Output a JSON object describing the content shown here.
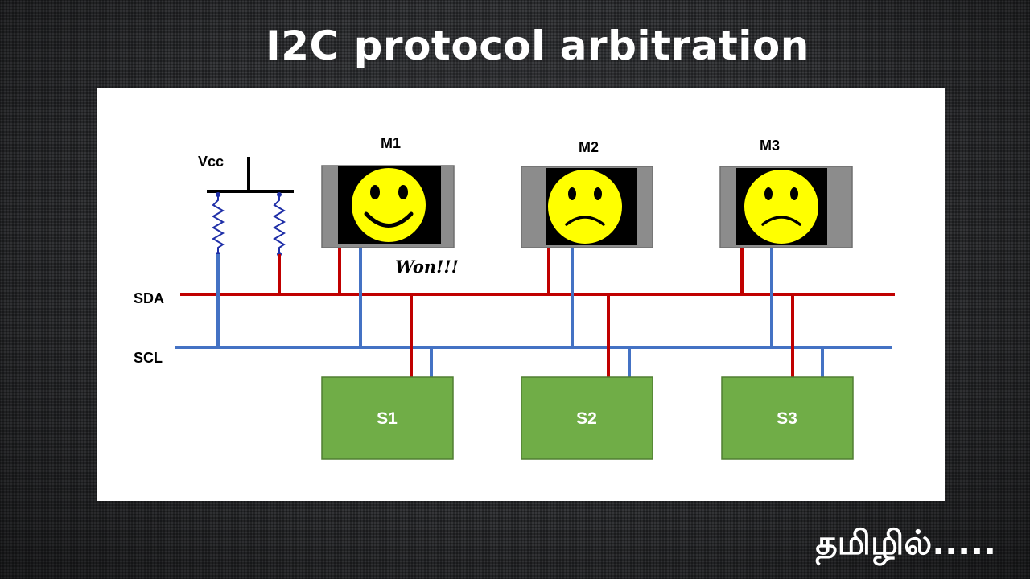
{
  "title": "I2C protocol arbitration",
  "footer_text": "தமிழில்.....",
  "diagram": {
    "vcc_label": "Vcc",
    "sda_label": "SDA",
    "scl_label": "SCL",
    "won_label": "Won!!!",
    "masters": [
      {
        "label": "M1",
        "mood": "happy"
      },
      {
        "label": "M2",
        "mood": "sad"
      },
      {
        "label": "M3",
        "mood": "sad"
      }
    ],
    "slaves": [
      {
        "label": "S1"
      },
      {
        "label": "S2"
      },
      {
        "label": "S3"
      }
    ]
  },
  "colors": {
    "sda_line": "#c00000",
    "scl_line": "#4472c4",
    "resistor": "#1f2fa8",
    "slave_fill": "#70ad47",
    "master_frame": "#8c8c8c",
    "face": "#ffff00"
  }
}
